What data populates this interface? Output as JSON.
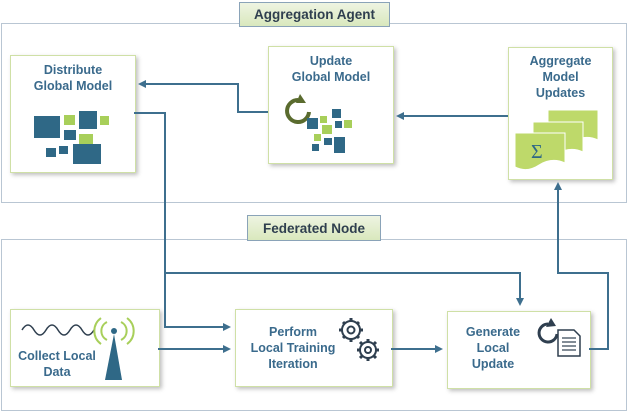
{
  "aggregation_agent": {
    "title": "Aggregation Agent"
  },
  "federated_node": {
    "title": "Federated Node"
  },
  "boxes": {
    "distribute": {
      "label": "Distribute\nGlobal Model",
      "icon": "model-blocks-icon"
    },
    "update": {
      "label": "Update\nGlobal Model",
      "icon": "refresh-model-icon"
    },
    "aggregate": {
      "label": "Aggregate\nModel\nUpdates",
      "icon": "sum-documents-icon"
    },
    "collect": {
      "label": "Collect Local\nData",
      "icon": "antenna-wave-icon"
    },
    "perform": {
      "label": "Perform\nLocal Training\nIteration",
      "icon": "gears-icon"
    },
    "generate": {
      "label": "Generate\nLocal\nUpdate",
      "icon": "refresh-document-icon"
    }
  },
  "colors": {
    "title_fill_top": "#eef4e2",
    "title_fill_bottom": "#d9e8bd",
    "arrow": "#3e6f8e",
    "box_border": "#cfe0a6",
    "label_text": "#3a6a8c",
    "block_dark": "#2f6886",
    "block_light": "#a8cf5a"
  }
}
